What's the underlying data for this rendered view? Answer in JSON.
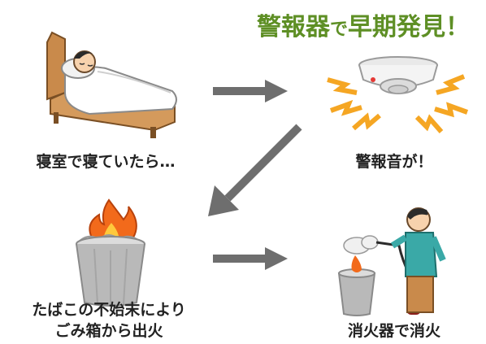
{
  "title": {
    "part1": "警報器",
    "part2": "で",
    "part3": "早期発見",
    "mark": "！"
  },
  "colors": {
    "title": "#5e8f25",
    "arrow": "#6e6e6e",
    "flame": "#f26a1b",
    "alarm_burst": "#f5a623"
  },
  "captions": {
    "sleeping": "寝室で寝ていたら…",
    "alarm": "警報音が！",
    "cause_line1": "たばこの不始末により",
    "cause_line2": "ごみ箱から出火",
    "extinguish": "消火器で消火"
  },
  "illustrations": {
    "bed": "person-sleeping-in-bed",
    "alarm": "ringing-smoke-alarm",
    "trash": "burning-trash-can",
    "man": "man-using-fire-extinguisher"
  }
}
